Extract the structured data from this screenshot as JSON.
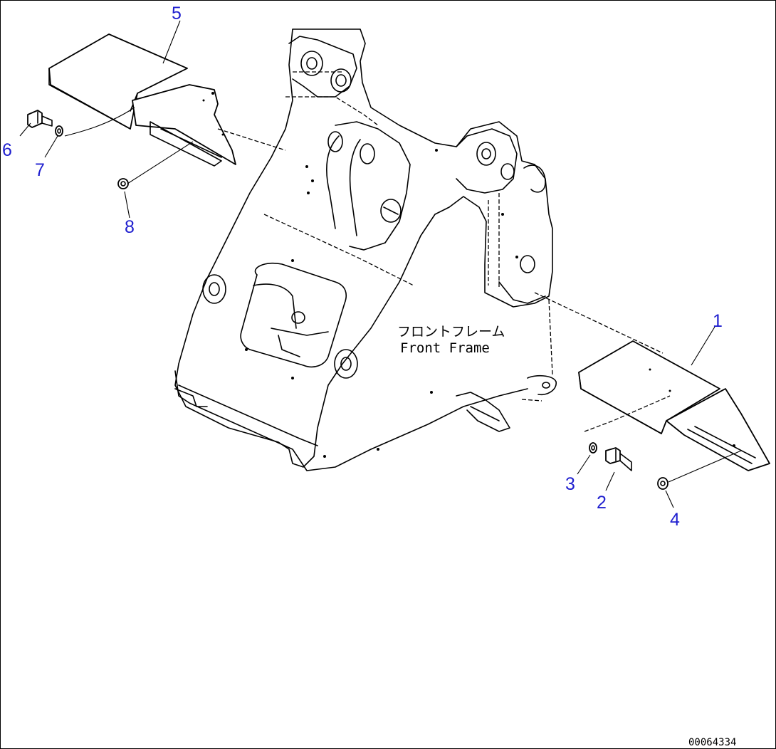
{
  "frame_label": {
    "line1": "フロントフレーム",
    "line2": "Front Frame"
  },
  "drawing_number": "00064334",
  "callouts": [
    {
      "num": "1",
      "color": "#1f1fcf"
    },
    {
      "num": "2",
      "color": "#1f1fcf"
    },
    {
      "num": "3",
      "color": "#1f1fcf"
    },
    {
      "num": "4",
      "color": "#1f1fcf"
    },
    {
      "num": "5",
      "color": "#1f1fcf"
    },
    {
      "num": "6",
      "color": "#1f1fcf"
    },
    {
      "num": "7",
      "color": "#1f1fcf"
    },
    {
      "num": "8",
      "color": "#1f1fcf"
    }
  ],
  "colors": {
    "callout": "#1f1fcf",
    "line": "#000000",
    "background": "#ffffff"
  }
}
